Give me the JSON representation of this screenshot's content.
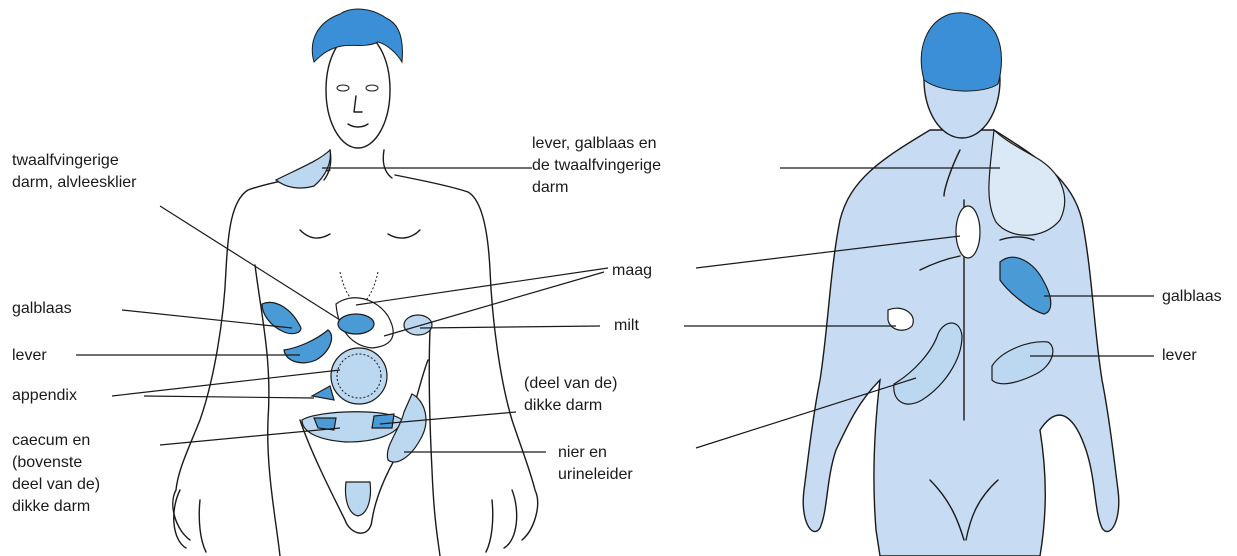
{
  "colors": {
    "pain_dark": "#4a9ad6",
    "pain_light": "#bcd8f1",
    "skin_back": "#c7dcf2",
    "hair": "#3a8fd6",
    "line": "#1a1a1a"
  },
  "front_labels": {
    "twaalfvingerige": "twaalfvingerige\ndarm, alvleesklier",
    "galblaas": "galblaas",
    "lever": "lever",
    "appendix": "appendix",
    "caecum": "caecum en\n(bovenste\ndeel van de)\ndikke darm"
  },
  "middle_labels": {
    "lever_galblaas": "lever, galblaas en\nde twaalfvingerige\ndarm",
    "maag": "maag",
    "milt": "milt",
    "dikke_darm": "(deel van de)\ndikke darm",
    "nier": "nier en\nurineleider"
  },
  "back_labels": {
    "galblaas": "galblaas",
    "lever": "lever"
  }
}
